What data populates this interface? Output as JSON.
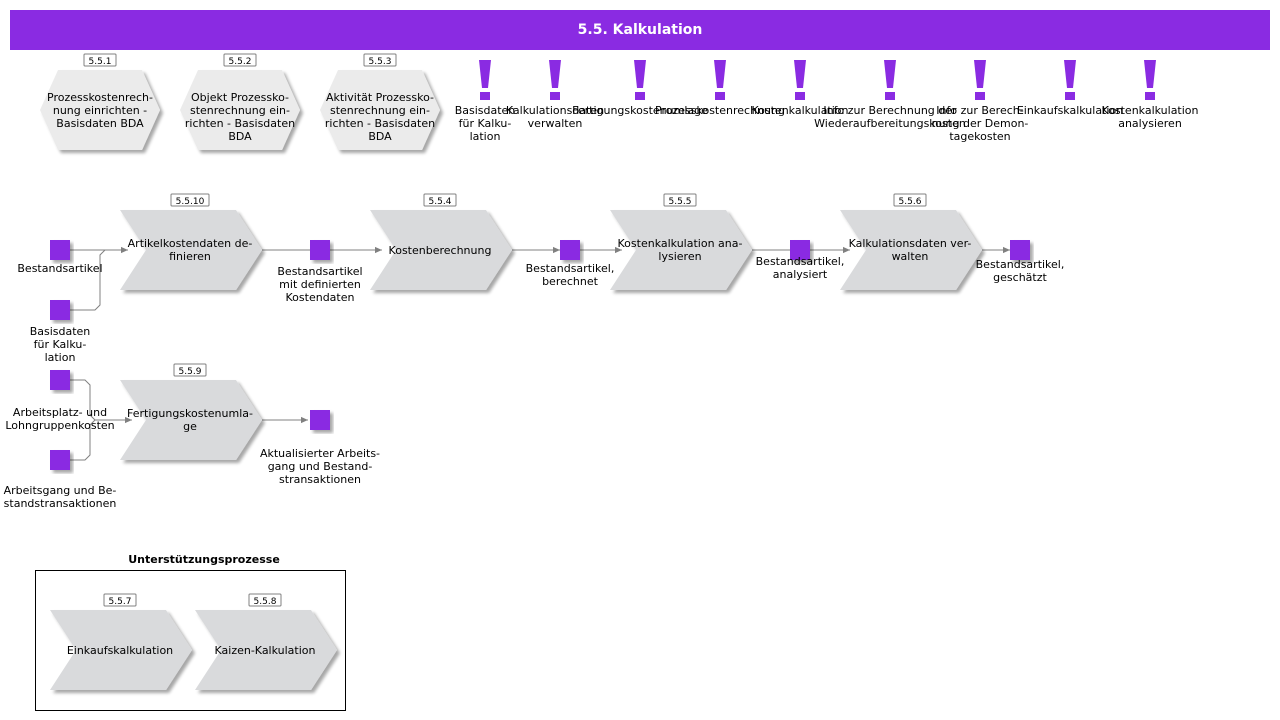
{
  "header": {
    "title": "5.5. Kalkulation"
  },
  "colors": {
    "accent": "#8a2be2",
    "shape_fill": "#d9dadc",
    "hex_fill": "#ebebeb",
    "line": "#808080"
  },
  "hexagons": [
    {
      "id": "5.5.1",
      "label": [
        "Prozesskostenrech-",
        "nung einrichten -",
        "Basisdaten BDA"
      ]
    },
    {
      "id": "5.5.2",
      "label": [
        "Objekt Prozessko-",
        "stenrechnung ein-",
        "richten - Basisdaten",
        "BDA"
      ]
    },
    {
      "id": "5.5.3",
      "label": [
        "Aktivität Prozessko-",
        "stenrechnung ein-",
        "richten - Basisdaten",
        "BDA"
      ]
    }
  ],
  "exclamations": [
    {
      "label": [
        "Basisdaten",
        "für Kalku-",
        "lation"
      ]
    },
    {
      "label": [
        "Kalkulationsdaten",
        "verwalten"
      ]
    },
    {
      "label": [
        "Fertigungskostenumlage"
      ]
    },
    {
      "label": [
        "Prozesskostenrechnung"
      ]
    },
    {
      "label": [
        "Kostenkalkulation"
      ]
    },
    {
      "label": [
        "Info zur Berechnung der",
        "Wiederaufbereitungskosten"
      ]
    },
    {
      "label": [
        "Info zur Berech-",
        "nung der Demon-",
        "tagekosten"
      ]
    },
    {
      "label": [
        "Einkaufskalkulation"
      ]
    },
    {
      "label": [
        "Kostenkalkulation",
        "analysieren"
      ]
    }
  ],
  "processes": [
    {
      "id": "5.5.10",
      "label": [
        "Artikelkostendaten de-",
        "finieren"
      ]
    },
    {
      "id": "5.5.4",
      "label": [
        "Kostenberechnung"
      ]
    },
    {
      "id": "5.5.5",
      "label": [
        "Kostenkalkulation ana-",
        "lysieren"
      ]
    },
    {
      "id": "5.5.6",
      "label": [
        "Kalkulationsdaten ver-",
        "walten"
      ]
    },
    {
      "id": "5.5.9",
      "label": [
        "Fertigungskostenumla-",
        "ge"
      ]
    }
  ],
  "objects": [
    {
      "label": [
        "Bestandsartikel"
      ]
    },
    {
      "label": [
        "Basisdaten",
        "für Kalku-",
        "lation"
      ]
    },
    {
      "label": [
        "Bestandsartikel",
        "mit definierten",
        "Kostendaten"
      ]
    },
    {
      "label": [
        "Bestandsartikel,",
        "berechnet"
      ]
    },
    {
      "label": [
        "Bestandsartikel,",
        "analysiert"
      ]
    },
    {
      "label": [
        "Bestandsartikel,",
        "geschätzt"
      ]
    },
    {
      "label": [
        "Arbeitsplatz- und",
        "Lohngruppenkosten"
      ]
    },
    {
      "label": [
        "Arbeitsgang und Be-",
        "standstransaktionen"
      ]
    },
    {
      "label": [
        "Aktualisierter Arbeits-",
        "gang und Bestand-",
        "stransaktionen"
      ]
    }
  ],
  "support": {
    "title": "Unterstützungsprozesse",
    "processes": [
      {
        "id": "5.5.7",
        "label": [
          "Einkaufskalkulation"
        ]
      },
      {
        "id": "5.5.8",
        "label": [
          "Kaizen-Kalkulation"
        ]
      }
    ]
  }
}
